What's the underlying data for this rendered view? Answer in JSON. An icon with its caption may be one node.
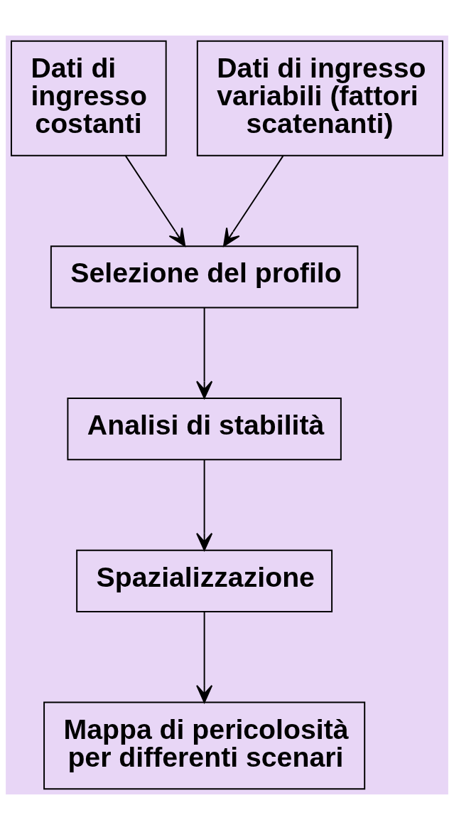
{
  "diagram": {
    "nodes": [
      {
        "text": [
          "Dati di ingresso costanti"
        ]
      },
      {
        "text": [
          "Dati di ingresso variabili (fattori scatenanti)"
        ]
      },
      {
        "text": [
          "Selezione del profilo"
        ]
      },
      {
        "text": [
          "Analisi di stabilità"
        ]
      },
      {
        "text": [
          "Spazializzazione"
        ]
      },
      {
        "text": [
          "Mappa di pericolosità per differenti scenari"
        ]
      }
    ],
    "edges": [
      {
        "from": 0,
        "to": 2,
        "arrow": "to"
      },
      {
        "from": 1,
        "to": 2,
        "arrow": "to"
      },
      {
        "from": 2,
        "to": 3,
        "arrow": "to"
      },
      {
        "from": 3,
        "to": 4,
        "arrow": "to"
      },
      {
        "from": 4,
        "to": 5,
        "arrow": "to"
      }
    ]
  }
}
